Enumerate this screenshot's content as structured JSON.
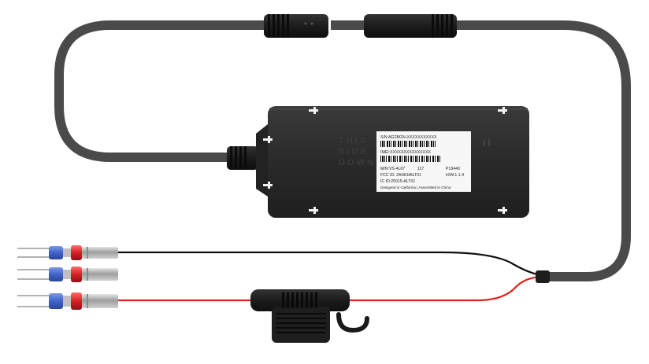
{
  "device": {
    "stamp_lines": [
      "THIS",
      "SIDE",
      "DOWN"
    ],
    "label": {
      "serial": "S/N:AG2BGN-XXXXXXXXXXX",
      "imei": "IMEI:XXXXXXXXXXXXXXX",
      "model": "M/N:VS-4L67",
      "code_117": "117",
      "code_p": "P19440",
      "fcc": "FCC ID: 2ASKHALT01",
      "hw": "H/W:1.1.4",
      "ic": "IC ID:25015-ALT01",
      "origin": "Designed in California | Assembled in China"
    }
  },
  "colors": {
    "body": "#2b2b2b",
    "cable": "#4a4a4a",
    "wire_red": "#e0201b",
    "wire_black": "#111111",
    "insulator_blue": "#3f63c9",
    "insulator_red": "#d81f26",
    "metal": "#b9b9b9"
  }
}
